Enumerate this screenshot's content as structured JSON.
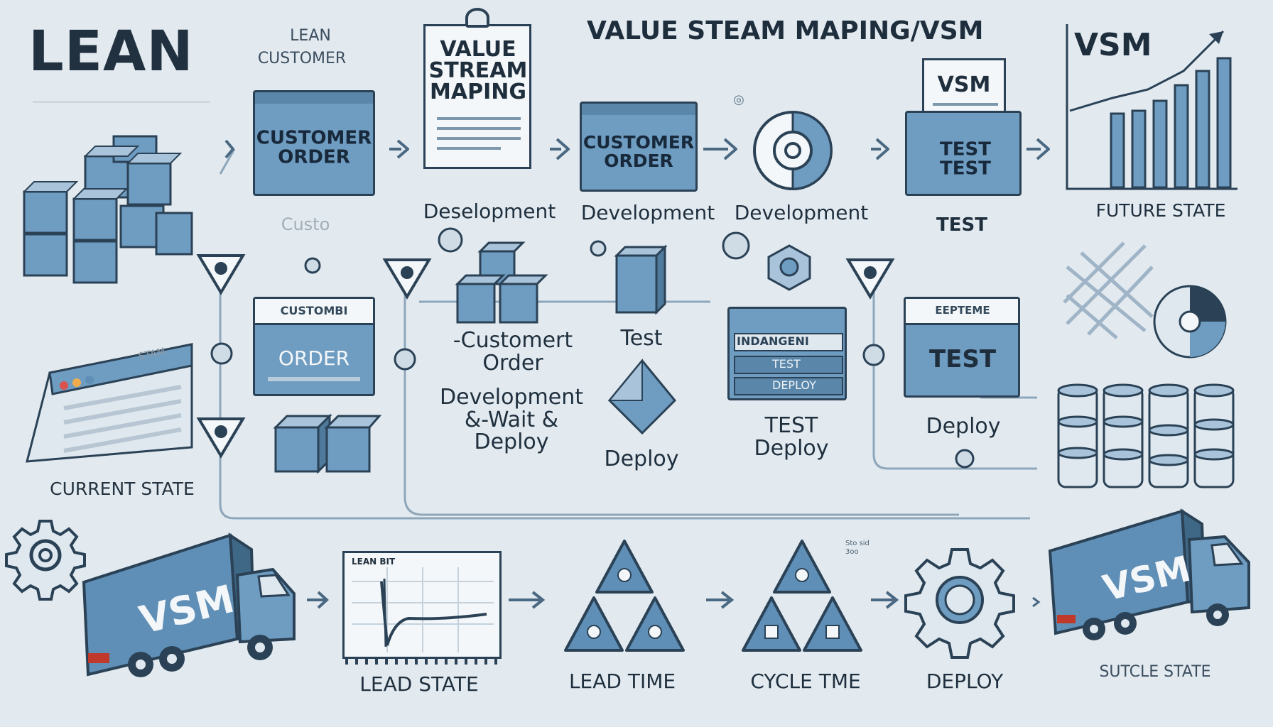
{
  "colors": {
    "background": "#e2eaf0",
    "accent": "#5f8fb6",
    "dark": "#2b4256",
    "light": "#cfdce6"
  },
  "header": {
    "main_title": "LEAN",
    "subtitle_line1": "LEAN",
    "subtitle_line2": "CUSTOMER",
    "center_title": "VALUE STEAM MAPING/VSM"
  },
  "top_row": {
    "customer_order_box": "CUSTOMER ORDER",
    "faint_label": "Custo",
    "clipboard_title": "VALUE STREAM MAPING",
    "customer_order_box2": "CUSTOMER ORDER",
    "document_title": "VSM",
    "test_box": "TEST TEST",
    "chart_title": "VSM",
    "label_dev1": "Deselopment",
    "label_dev2": "Development",
    "label_dev3": "Development",
    "label_test": "TEST",
    "label_future": "FUTURE STATE"
  },
  "middle_row": {
    "order_header": "CUSTOMBI",
    "order_box": "ORDER",
    "current_state": "CURRENT STATE",
    "window_label": "STAM",
    "customer_order_text": "-Customert Order",
    "dev_wait_text": "Development &-Wait & Deploy",
    "test_label": "Test",
    "deploy_label1": "Deploy",
    "panel_header": "INDANGENI",
    "panel_row1": "TEST",
    "panel_row2": "DEPLOY",
    "test_deploy_text": "TEST Deploy",
    "test_box_header": "EEPTEME",
    "test_box": "TEST",
    "deploy_label2": "Deploy"
  },
  "bottom_row": {
    "truck_left": "VSM",
    "chart_title": "LEAN BIT",
    "lead_state": "LEAD STATE",
    "lead_time": "LEAD TIME",
    "cycle_time": "CYCLE TME",
    "deploy": "DEPLOY",
    "truck_right": "VSM",
    "sutcle_state": "SUTCLE STATE",
    "small_note": "Sto sid 3oo"
  },
  "icons": [
    "boxes-stack-icon",
    "browser-window-icon",
    "gear-icon",
    "truck-icon",
    "clipboard-icon",
    "document-icon",
    "target-icon",
    "bar-chart-icon",
    "cube-icon",
    "shield-icon",
    "triangle-icon",
    "database-icon",
    "pie-chart-icon",
    "line-chart-icon",
    "network-icon"
  ]
}
